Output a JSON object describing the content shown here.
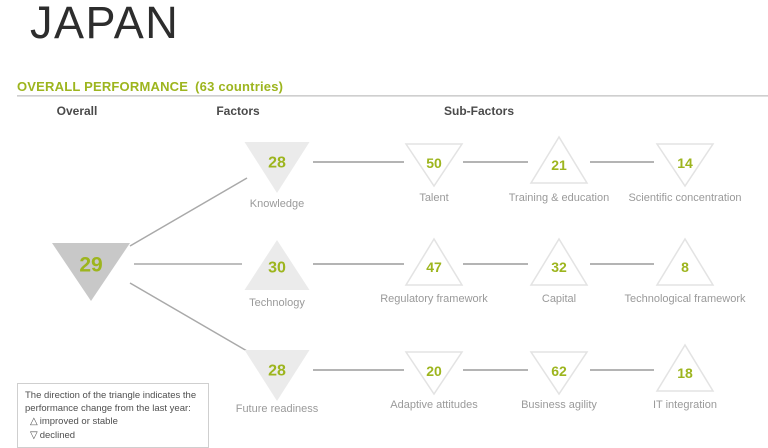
{
  "page": {
    "title": "JAPAN"
  },
  "section": {
    "title": "OVERALL PERFORMANCE",
    "count": "(63 countries)"
  },
  "columns": {
    "overall": "Overall",
    "factors": "Factors",
    "sub_factors": "Sub-Factors"
  },
  "colors": {
    "accent_green": "#9db51e",
    "triangle_dark": "#c8c8c8",
    "triangle_light": "#ebebeb",
    "triangle_outline": "#e3e3e3",
    "connector_line": "#a9a9a9",
    "label_gray": "#9a9a9a"
  },
  "overall": {
    "rank": "29",
    "direction": "down"
  },
  "factors": [
    {
      "label": "Knowledge",
      "rank": "28",
      "direction": "down",
      "sub_factors": [
        {
          "label": "Talent",
          "rank": "50",
          "direction": "down"
        },
        {
          "label": "Training & education",
          "rank": "21",
          "direction": "up"
        },
        {
          "label": "Scientific concentration",
          "rank": "14",
          "direction": "down"
        }
      ]
    },
    {
      "label": "Technology",
      "rank": "30",
      "direction": "up",
      "sub_factors": [
        {
          "label": "Regulatory framework",
          "rank": "47",
          "direction": "up"
        },
        {
          "label": "Capital",
          "rank": "32",
          "direction": "up"
        },
        {
          "label": "Technological framework",
          "rank": "8",
          "direction": "up"
        }
      ]
    },
    {
      "label": "Future readiness",
      "rank": "28",
      "direction": "down",
      "sub_factors": [
        {
          "label": "Adaptive attitudes",
          "rank": "20",
          "direction": "down"
        },
        {
          "label": "Business agility",
          "rank": "62",
          "direction": "down"
        },
        {
          "label": "IT integration",
          "rank": "18",
          "direction": "up"
        }
      ]
    }
  ],
  "legend": {
    "line1": "The direction of the triangle indicates the",
    "line2": "performance change from the last year:",
    "improved_symbol": "△",
    "improved_label": "improved or stable",
    "declined_symbol": "▽",
    "declined_label": "declined"
  }
}
